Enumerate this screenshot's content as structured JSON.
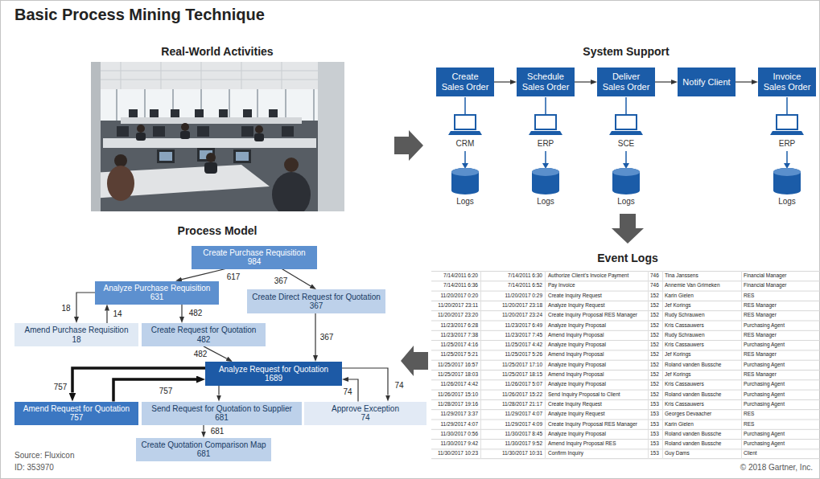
{
  "diagram": {
    "title": "Basic Process Mining Technique",
    "nodes": [
      {
        "text": [
          "Create Sales Order"
        ]
      },
      {
        "text": [
          "Schedule Sales Order"
        ]
      },
      {
        "text": [
          "Deliver Sales Order"
        ]
      },
      {
        "text": [
          "Notify Client"
        ]
      },
      {
        "text": [
          "Invoice Sales Order"
        ]
      },
      {
        "text": [
          "Create Purchase Requisition",
          "984"
        ]
      },
      {
        "text": [
          "Analyze Purchase Requisition",
          "631"
        ]
      },
      {
        "text": [
          "Create Direct Request for Quotation",
          "367"
        ]
      },
      {
        "text": [
          "Amend Purchase Requisition",
          "18"
        ]
      },
      {
        "text": [
          "Create Request for Quotation",
          "482"
        ]
      },
      {
        "text": [
          "Analyze Request for Quotation",
          "1689"
        ]
      },
      {
        "text": [
          "Amend Request for Quotation",
          "757"
        ]
      },
      {
        "text": [
          "Send Request for Quotation to Supplier",
          "681"
        ]
      },
      {
        "text": [
          "Approve Exception",
          "74"
        ]
      },
      {
        "text": [
          "Create Quotation Comparison Map",
          "681"
        ]
      }
    ],
    "edges": [
      {
        "from": 0,
        "to": 1,
        "arrow": "to"
      },
      {
        "from": 1,
        "to": 2,
        "arrow": "to"
      },
      {
        "from": 2,
        "to": 3,
        "arrow": "to"
      },
      {
        "from": 3,
        "to": 4,
        "arrow": "to"
      },
      {
        "from": 5,
        "to": 6,
        "label": "617",
        "arrow": "to"
      },
      {
        "from": 5,
        "to": 7,
        "label": "367",
        "arrow": "to"
      },
      {
        "from": 6,
        "to": 8,
        "label": "18",
        "arrow": "to"
      },
      {
        "from": 8,
        "to": 6,
        "label": "14",
        "arrow": "to"
      },
      {
        "from": 6,
        "to": 9,
        "label": "482",
        "arrow": "to"
      },
      {
        "from": 7,
        "to": 10,
        "label": "367",
        "arrow": "to"
      },
      {
        "from": 9,
        "to": 10,
        "label": "482",
        "arrow": "to"
      },
      {
        "from": 10,
        "to": 11,
        "label": "757",
        "arrow": "to"
      },
      {
        "from": 11,
        "to": 10,
        "label": "757",
        "arrow": "to"
      },
      {
        "from": 10,
        "to": 12,
        "arrow": "to"
      },
      {
        "from": 10,
        "to": 13,
        "label": "74",
        "arrow": "to"
      },
      {
        "from": 13,
        "to": 10,
        "label": "74",
        "arrow": "to"
      },
      {
        "from": 12,
        "to": 14,
        "label": "681",
        "arrow": "to"
      }
    ],
    "labels": [
      "Real-World Activities",
      "System Support",
      "CRM",
      "ERP",
      "SCE",
      "ERP",
      "Logs",
      "Logs",
      "Logs",
      "Logs",
      "Process Model",
      "Event Logs",
      "7/14/2011 6:20",
      "7/14/2011 6:30",
      "Authorize Client's Invoice Payment",
      "746",
      "Tina Janssens",
      "Financial Manager",
      "7/14/2011 6:36",
      "7/14/2011 6:52",
      "Pay Invoice",
      "746",
      "Annemie Van Grimeken",
      "Financial Manager",
      "11/20/2017 0:20",
      "11/20/2017 0:29",
      "Create Inquiry Request",
      "152",
      "Karin Gielen",
      "RES",
      "11/20/2017 23:11",
      "11/20/2017 23:18",
      "Analyze Inquiry Request",
      "152",
      "Jef Korings",
      "RES Manager",
      "11/20/2017 23:20",
      "11/20/2017 23:24",
      "Create Inquiry Proposal RES Manager",
      "152",
      "Rudy Schrauwen",
      "RES Manager",
      "11/23/2017 6:28",
      "11/23/2017 6:49",
      "Analyze Inquiry Proposal",
      "152",
      "Kris Cassauwers",
      "Purchasing Agent",
      "11/23/2017 7:38",
      "11/23/2017 7:45",
      "Amend Inquiry Proposal",
      "152",
      "Rudy Schrauwen",
      "RES Manager",
      "11/25/2017 4:16",
      "11/25/2017 4:42",
      "Analyze Inquiry Proposal",
      "152",
      "Kris Cassauwers",
      "Purchasing Agent",
      "11/25/2017 5:21",
      "11/25/2017 5:26",
      "Amend Inquiry Proposal",
      "152",
      "Jef Korings",
      "RES Manager",
      "11/25/2017 16:57",
      "11/25/2017 17:10",
      "Analyze Inquiry Proposal",
      "152",
      "Roland vanden Bussche",
      "Purchasing Agent",
      "11/25/2017 18:03",
      "11/25/2017 18:15",
      "Amend Inquiry Proposal",
      "152",
      "Jef Korings",
      "RES Manager",
      "11/26/2017 4:42",
      "11/26/2017 5:07",
      "Analyze Inquiry Proposal",
      "152",
      "Kris Cassauwers",
      "Purchasing Agent",
      "11/26/2017 15:10",
      "11/26/2017 15:22",
      "Send Inquiry Proposal to Client",
      "152",
      "Roland vanden Bussche",
      "Purchasing Agent",
      "11/28/2017 19:16",
      "11/28/2017 21:17",
      "Create Inquiry Request",
      "153",
      "Kris Cassauwers",
      "Purchasing Agent",
      "11/29/2017 3:37",
      "11/29/2017 4:07",
      "Analyze Inquiry Request",
      "153",
      "Georges Devaacher",
      "RES",
      "11/29/2017 4:07",
      "11/29/2017 4:09",
      "Create Inquiry Proposal RES Manager",
      "153",
      "Karin Gielen",
      "RES",
      "11/30/2017 0:56",
      "11/30/2017 8:45",
      "Analyze Inquiry Proposal",
      "153",
      "Roland vanden Bussche",
      "Purchasing Agent",
      "11/30/2017 9:42",
      "11/30/2017 9:52",
      "Amend Inquiry Proposal RES",
      "153",
      "Roland vanden Bussche",
      "Purchasing Agent",
      "11/30/2017 10:23",
      "11/30/2017 10:31",
      "Confirm Inquiry",
      "153",
      "Guy Dams",
      "Client",
      "Source: Fluxicon",
      "ID: 353970",
      "© 2018 Gartner, Inc."
    ]
  }
}
